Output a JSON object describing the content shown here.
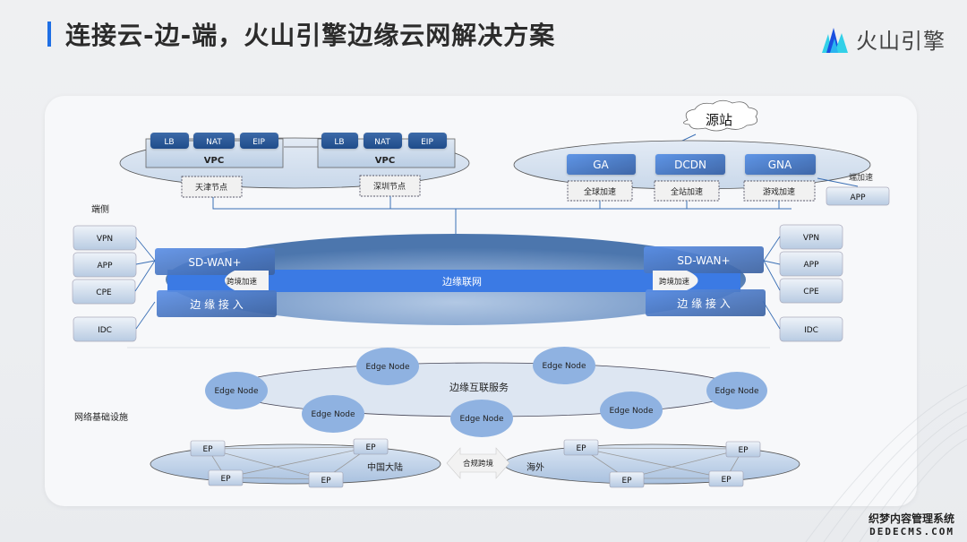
{
  "header": {
    "title": "连接云-边-端，火山引擎边缘云网解决方案",
    "logo_text": "火山引擎",
    "accent_color": "#1f6fe5"
  },
  "cloud": {
    "origin_label": "源站",
    "vpc_groups": [
      {
        "services": [
          "LB",
          "NAT",
          "EIP"
        ],
        "label": "VPC",
        "node": "天津节点"
      },
      {
        "services": [
          "LB",
          "NAT",
          "EIP"
        ],
        "label": "VPC",
        "node": "深圳节点"
      }
    ],
    "accel_services": [
      {
        "name": "GA",
        "desc": "全球加速"
      },
      {
        "name": "DCDN",
        "desc": "全站加速"
      },
      {
        "name": "GNA",
        "desc": "游戏加速"
      }
    ],
    "client_accel_label": "端加速",
    "client_app_label": "APP"
  },
  "edge": {
    "side_label": "端侧",
    "left_clients": [
      "VPN",
      "APP",
      "CPE",
      "IDC"
    ],
    "right_clients": [
      "VPN",
      "APP",
      "CPE",
      "IDC"
    ],
    "sdwan_label": "SD-WAN+",
    "edge_access_label": "边 缘 接 入",
    "cross_border_label": "跨境加速",
    "edge_network_label": "边缘联网"
  },
  "infra": {
    "section_label": "网络基础设施",
    "service_label": "边缘互联服务",
    "edge_nodes": [
      "Edge Node",
      "Edge Node",
      "Edge Node",
      "Edge Node",
      "Edge Node",
      "Edge Node",
      "Edge Node"
    ],
    "mainland_label": "中国大陆",
    "overseas_label": "海外",
    "compliance_label": "合规跨境",
    "ep_label": "EP"
  },
  "watermark": {
    "line1": "织梦内容管理系统",
    "line2": "DEDECMS.COM"
  }
}
